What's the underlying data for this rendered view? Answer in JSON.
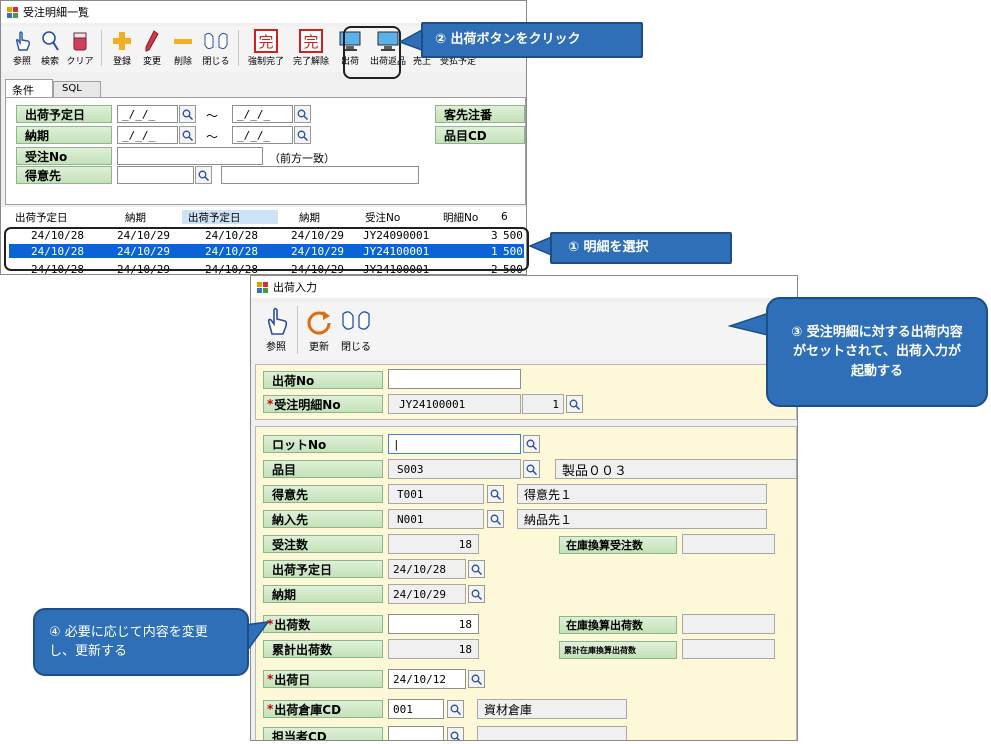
{
  "win1": {
    "title": "受注明細一覧",
    "toolbar": [
      "参照",
      "検索",
      "クリア",
      "登録",
      "変更",
      "削除",
      "閉じる",
      "強制完了",
      "完了解除",
      "出荷",
      "出荷返品",
      "売上",
      "受払予定"
    ],
    "tabs": [
      "条件",
      "SQL"
    ],
    "cond": {
      "ship_date_label": "出荷予定日",
      "due_label": "納期",
      "order_no_label": "受注No",
      "customer_label": "得意先",
      "cust_order_label": "客先注番",
      "item_cd_label": "品目CD",
      "date_placeholder": "_/_/_",
      "tilde": "～",
      "prefix_match": "（前方一致）"
    },
    "grid_headers": [
      "出荷予定日",
      "納期",
      "出荷予定日",
      "納期",
      "受注No",
      "明細No",
      "6"
    ],
    "rows": [
      [
        "24/10/28",
        "24/10/29",
        "24/10/28",
        "24/10/29",
        "JY24090001",
        "3",
        "500"
      ],
      [
        "24/10/28",
        "24/10/29",
        "24/10/28",
        "24/10/29",
        "JY24100001",
        "1",
        "500"
      ],
      [
        "24/10/28",
        "24/10/29",
        "24/10/28",
        "24/10/29",
        "JY24100001",
        "2",
        "500"
      ]
    ]
  },
  "win2": {
    "title": "出荷入力",
    "toolbar": [
      "参照",
      "更新",
      "閉じる"
    ],
    "fields": {
      "ship_no_label": "出荷No",
      "ship_no_value": "",
      "order_line_label": "受注明細No",
      "order_line_value": "JY24100001",
      "order_line_seq": "1",
      "lot_label": "ロットNo",
      "lot_value": "|",
      "item_label": "品目",
      "item_code": "S003",
      "item_name": "製品００３",
      "customer_label": "得意先",
      "customer_code": "T001",
      "customer_name": "得意先１",
      "dest_label": "納入先",
      "dest_code": "N001",
      "dest_name": "納品先１",
      "order_qty_label": "受注数",
      "order_qty_value": "18",
      "stock_order_label": "在庫換算受注数",
      "plan_date_label": "出荷予定日",
      "plan_date_value": "24/10/28",
      "due_label": "納期",
      "due_value": "24/10/29",
      "ship_qty_label": "出荷数",
      "ship_qty_value": "18",
      "stock_ship_label": "在庫換算出荷数",
      "cum_ship_label": "累計出荷数",
      "cum_ship_value": "18",
      "stock_cum_label": "累計在庫換算出荷数",
      "ship_date_label": "出荷日",
      "ship_date_value": "24/10/12",
      "warehouse_label": "出荷倉庫CD",
      "warehouse_code": "001",
      "warehouse_name": "資材倉庫",
      "person_label": "担当者CD",
      "required_mark": "*"
    }
  },
  "callouts": {
    "c1": "① 明細を選択",
    "c2": "② 出荷ボタンをクリック",
    "c3": "③ 受注明細に対する出荷内容がセットされて、出荷入力が起動する",
    "c4": "④ 必要に応じて内容を変更し、更新する"
  },
  "colors": {
    "select": "#0a64d6",
    "label_green": "#c3e2b8",
    "form_bg": "#fdf8d8",
    "callout": "#2e6fb8"
  }
}
